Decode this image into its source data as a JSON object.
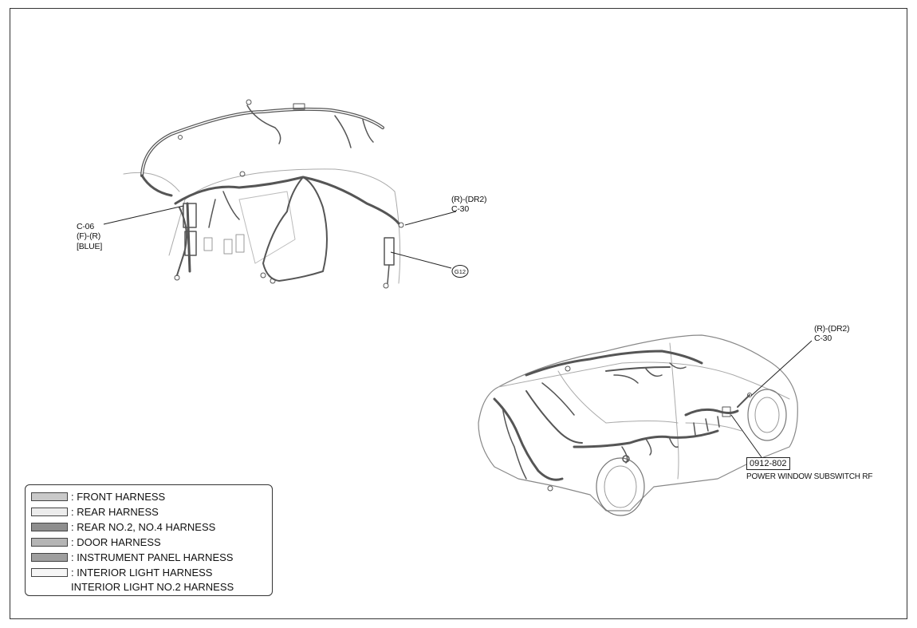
{
  "labels": {
    "c06_code": "C-06",
    "c06_side": "(F)-(R)",
    "c06_color": "[BLUE]",
    "c30_top_code": "(R)-(DR2)",
    "c30_top_num": "C-30",
    "ground": "G12",
    "c30_car_code": "(R)-(DR2)",
    "c30_car_num": "C-30",
    "ref_box": "0912-802",
    "ref_desc": "POWER WINDOW SUBSWITCH RF"
  },
  "legend": {
    "items": [
      {
        "text": ": FRONT HARNESS",
        "fill": "#c9c9c9"
      },
      {
        "text": ": REAR HARNESS",
        "fill": "#ececec"
      },
      {
        "text": ": REAR NO.2, NO.4 HARNESS",
        "fill": "#8e8e8e"
      },
      {
        "text": ": DOOR HARNESS",
        "fill": "#b5b5b5"
      },
      {
        "text": ": INSTRUMENT PANEL HARNESS",
        "fill": "#9f9f9f"
      },
      {
        "text": ": INTERIOR LIGHT HARNESS",
        "fill": "#f6f6f6"
      }
    ],
    "extra": "INTERIOR LIGHT NO.2 HARNESS"
  },
  "colors": {
    "line": "#222222",
    "harness": "#555555"
  }
}
